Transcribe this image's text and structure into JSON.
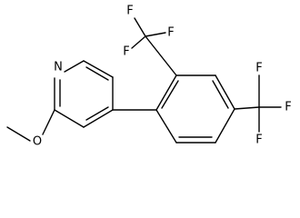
{
  "molecule": {
    "atoms": {
      "n1": "N",
      "o1": "O",
      "f1": "F",
      "f2": "F",
      "f3": "F",
      "f4": "F",
      "f5": "F",
      "f6": "F"
    }
  }
}
